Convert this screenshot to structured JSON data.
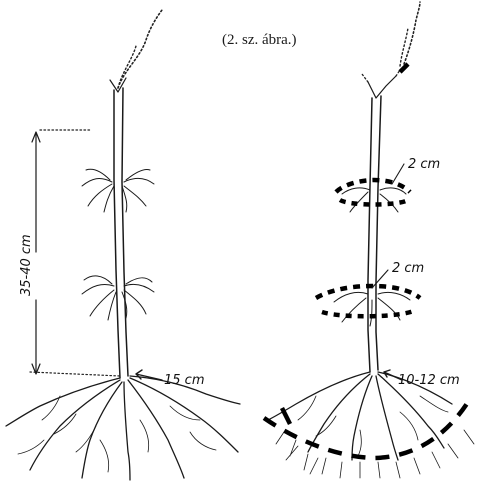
{
  "caption": "(2. sz. ábra.)",
  "left_plant": {
    "height_label": "35-40 cm",
    "root_label": "15 cm"
  },
  "right_plant": {
    "upper_root_label": "2 cm",
    "middle_root_label": "2 cm",
    "base_root_label": "10-12 cm"
  }
}
